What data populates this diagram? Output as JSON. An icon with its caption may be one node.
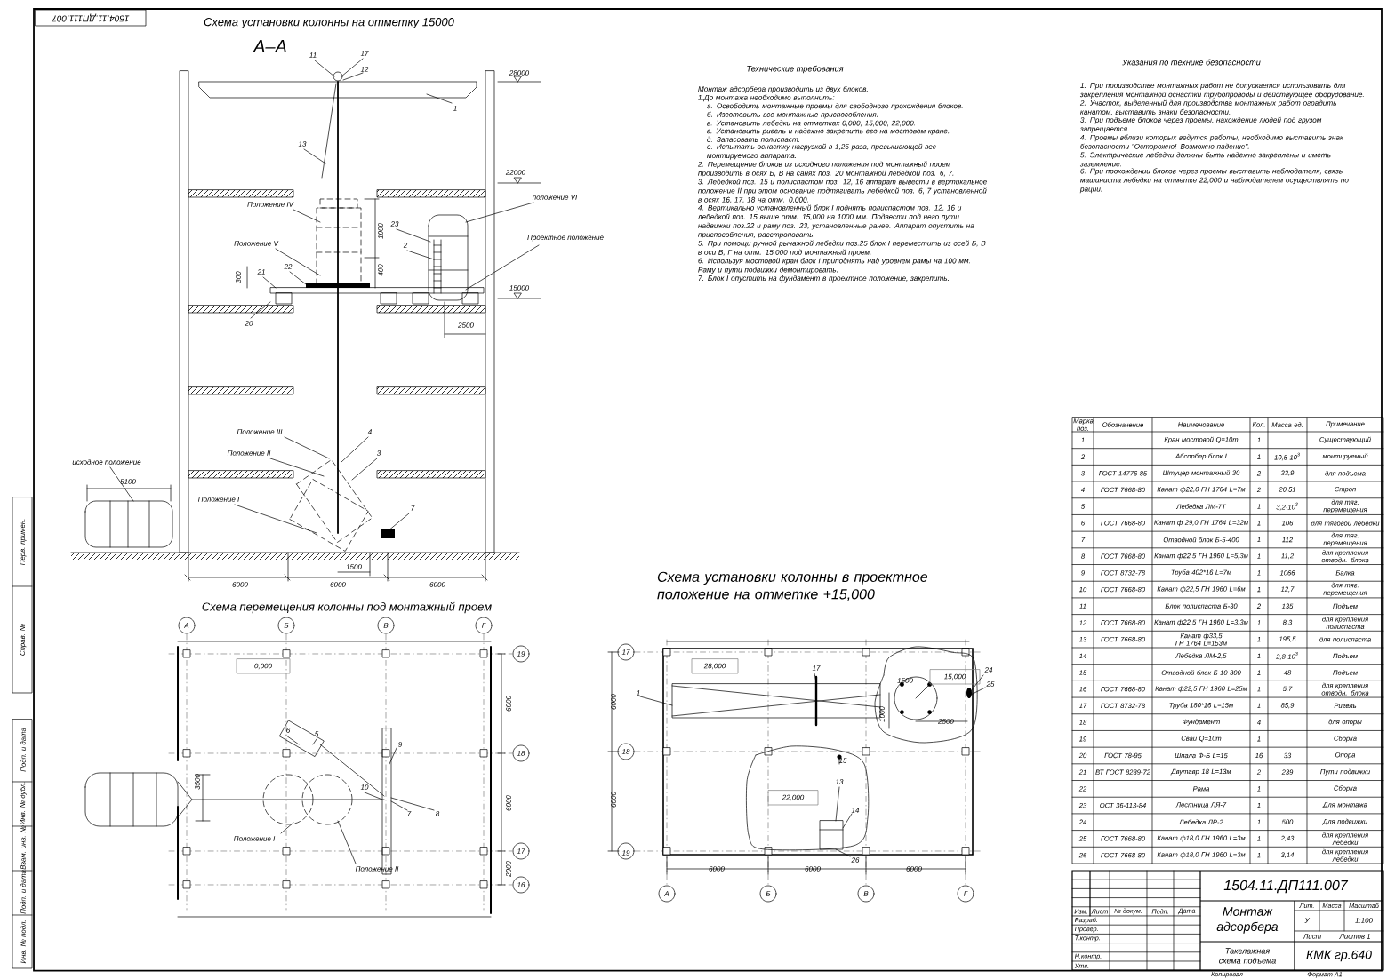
{
  "diagram": {
    "labels": [
      "1504.11.ДП111.007",
      "Схема установки колонны на отметку 15000",
      "А–А",
      "11",
      "17",
      "12",
      "28000",
      "1",
      "13",
      "22000",
      "Положение IV",
      "положение VI",
      "23",
      "1000",
      "Положение V",
      "Проектное положение",
      "2",
      "400",
      "300",
      "21",
      "22",
      "15000",
      "20",
      "2500",
      "Положение III",
      "4",
      "Положение II",
      "3",
      "исходное положение",
      "5100",
      "Положение I",
      "7",
      "1500",
      "6000",
      "6000",
      "6000",
      "Схема перемещения колонны под монтажный проем",
      "А",
      "Б",
      "В",
      "Г",
      "19",
      "0,000",
      "6000",
      "6",
      "5",
      "9",
      "18",
      "3500",
      "10",
      "7",
      "8",
      "6000",
      "Положение I",
      "17",
      "2000",
      "Положение II",
      "16",
      "Схема установки колонны в проектное положение на отметке +15,000",
      "17",
      "28,000",
      "17",
      "15,000",
      "24",
      "25",
      "1",
      "6000",
      "1500",
      "1000",
      "2500",
      "18",
      "15",
      "13",
      "22,000",
      "6000",
      "14",
      "19",
      "26",
      "6000",
      "6000",
      "6000",
      "А",
      "Б",
      "В",
      "Г",
      "Технические требования",
      "Монтаж адсорбера производить из двух блоков.",
      "1.До монтажа необходимо выполнить:",
      "а. Освободить монтажные проемы для свободного прохождения блоков.",
      "б. Изготовить все монтажные приспособления.",
      "в. Установить лебедки на отметках 0,000, 15,000, 22,000.",
      "г. Установить ригель и надежно закрепить его на мостовом кране.",
      "д. Запасовать полиспаст.",
      "е. Испытать оснастку нагрузкой в 1,25 раза, превышающей вес монтируемого аппарата.",
      "2. Перемещение блоков из исходного положения под монтажный проем производить в осях Б, В на санях поз. 20 монтажной лебедкой поз. 6, 7.",
      "3. Лебедкой поз. 15 и полиспастом поз. 12, 16 аппарат вывести в вертикальное положение II при этом основание подтягивать лебедкой поз. 6, 7 установленной в осях 16, 17, 18 на отм. 0,000.",
      "4. Вертикально установленный блок I поднять полиспастом поз. 12, 16 и лебедкой поз. 15 выше отм. 15,000 на 1000 мм. Подвести под него пути надвижки поз.22 и раму поз. 23, установленные ранее. Аппарат опустить на приспособления, расстроповать.",
      "5. При помощи ручной рычажной лебедки поз.25 блок I переместить из осей Б, В в оси В, Г на отм. 15,000 под монтажный проем.",
      "6. Используя мостовой кран блок I приподнять над уровнем рамы на 100 мм. Раму и пути подвижки демонтировать.",
      "7. Блок I опустить на фундамент в проектное положение, закрепить.",
      "Указания по технике безопасности",
      "1. При производстве монтажных работ не допускается использовать для закрепления монтажной оснастки трубопроводы и действующее оборудование.",
      "2. Участок, выделенный для производства монтажных работ оградить канатом, выставить знаки безопасности.",
      "3. При подъеме блоков через проемы, нахождение людей под грузом запрещается.",
      "4. Проемы вблизи которых ведутся работы, необходимо выставить знак безопасности \"Осторожно! Возможно падение\".",
      "5. Электрические лебедки должны быть надежно закреплены и иметь заземление.",
      "6. При прохождении блоков через проемы выставить наблюдателя, связь машиниста лебедки на отметке 22,000 и наблюдателем осуществлять по рации.",
      "Перв. примен.",
      "Справ. №",
      "Подп. и дата",
      "Инв. № дубл.",
      "Взам. инв. №",
      "Подп. и дата",
      "Инв. № подл.",
      "Марка поз.",
      "Обозначение",
      "Наименование",
      "Кол.",
      "Масса ед.",
      "Примечание",
      "1",
      "Кран мостовой Q=10т",
      "1",
      "Существующий",
      "2",
      "Абсорбер блок I",
      "1",
      "10,5·10$^{3}$",
      "монтируемый",
      "3",
      "ГОСТ 14776-85",
      "Штуцер монтажный 30",
      "2",
      "33,9",
      "для подъема",
      "4",
      "ГОСТ 7668-80",
      "Канат ф22,0 ГН 1764 L=7м",
      "2",
      "20,51",
      "Строп",
      "5",
      "Лебедка ЛМ-7Т",
      "1",
      "3,2·10$^{3}$",
      "для тяг. перемещения",
      "6",
      "ГОСТ 7668-80",
      "Канат ф 29,0 ГН 1764 L=32м",
      "1",
      "106",
      "для тяговой лебедки",
      "7",
      "Отводной блок Б-5-400",
      "1",
      "112",
      "для тяг. перемещения",
      "8",
      "ГОСТ 7668-80",
      "Канат ф22,5 ГН 1960 L=5,3м",
      "1",
      "11,2",
      "для крепления отводн. блока",
      "9",
      "ГОСТ 8732-78",
      "Труба 402*16 L=7м",
      "1",
      "1066",
      "Балка",
      "10",
      "ГОСТ 7668-80",
      "Канат ф22,5 ГН 1960 L=6м",
      "1",
      "12,7",
      "для тяг. перемещения",
      "11",
      "Блок полиспаста Б-30",
      "2",
      "135",
      "Подъем",
      "12",
      "ГОСТ 7668-80",
      "Канат ф22,5 ГН 1960 L=3,3м",
      "1",
      "8,3",
      "для крепления полиспаста",
      "13",
      "ГОСТ 7668-80",
      "Канат ф33,5 ГН 1764 L=153м",
      "1",
      "195,5",
      "для полиспаста",
      "14",
      "Лебедка ЛМ-2,5",
      "1",
      "2,8·10$^{3}$",
      "Подъем",
      "15",
      "Отводной блок Б-10-300",
      "1",
      "48",
      "Подъем",
      "16",
      "ГОСТ 7668-80",
      "Канат ф22,5 ГН 1960 L=25м",
      "1",
      "5,7",
      "для крепления отводн. блока",
      "17",
      "ГОСТ 8732-78",
      "Труба 180*16 L=15м",
      "1",
      "85,9",
      "Ригель",
      "18",
      "Фундамент",
      "4",
      "для опоры",
      "19",
      "Сваи Q=10т",
      "1",
      "Сборка",
      "20",
      "ГОСТ 78-95",
      "Шпала Ф-Б L=15",
      "16",
      "33",
      "Опора",
      "21",
      "ВТ ГОСТ 8239-72",
      "Двутавр 18 L=13м",
      "2",
      "239",
      "Пути подвижки",
      "22",
      "Рама",
      "1",
      "Сборка",
      "23",
      "ОСТ 36-113-84",
      "Лестница ЛЯ-7",
      "1",
      "Для монтажа",
      "24",
      "Лебедка ЛР-2",
      "1",
      "500",
      "Для подвижки",
      "25",
      "ГОСТ 7668-80",
      "Канат ф18,0 ГН 1960 L=3м",
      "1",
      "2,43",
      "для крепления лебедки",
      "26",
      "ГОСТ 7668-80",
      "Канат ф18,0 ГН 1960 L=3м",
      "1",
      "3,14",
      "для крепления лебедки",
      "1504.11.ДП111.007",
      "Изм.",
      "Лист",
      "№ докум.",
      "Подп.",
      "Дата",
      "Разраб.",
      "Провер.",
      "Т.контр.",
      "Н.контр.",
      "Утв.",
      "Монтаж адсорбера",
      "Такелажная схема подъема",
      "Лит.",
      "Масса",
      "Масштаб",
      "У",
      "1:100",
      "Лист",
      "Листов 1",
      "КМК гр.640",
      "Копировал",
      "Формат А1"
    ]
  }
}
